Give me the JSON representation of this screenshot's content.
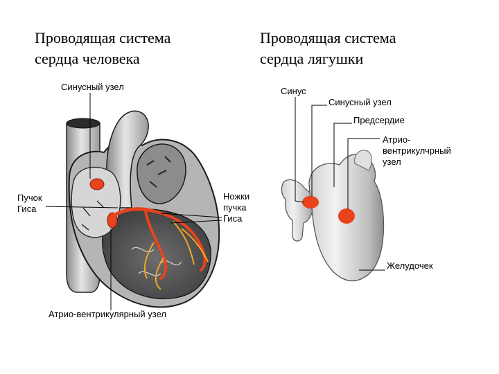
{
  "titles": {
    "human": [
      "Проводящая система",
      "сердца человека"
    ],
    "frog": [
      "Проводящая система",
      "сердца лягушки"
    ]
  },
  "labels": {
    "human_sinus_node": "Синусный узел",
    "human_his_bundle": [
      "Пучок",
      "Гиса"
    ],
    "human_bundle_legs": [
      "Ножки",
      "пучка",
      "Гиса"
    ],
    "human_av_node": "Атрио-вентрикулярный узел",
    "frog_sinus": "Синус",
    "frog_sinus_node": "Синусный узел",
    "frog_atrium": "Предсердие",
    "frog_av_node": [
      "Атрио-",
      "вентрикулчрный",
      "узел"
    ],
    "frog_ventricle": "Желудочек"
  },
  "colors": {
    "conduction": "#e8431c",
    "conduction_highlight": "#f5a623",
    "tissue_light": "#d9d9d9",
    "tissue_mid": "#a8a8a8",
    "tissue_dark": "#5a5a5a",
    "line": "#000000"
  }
}
